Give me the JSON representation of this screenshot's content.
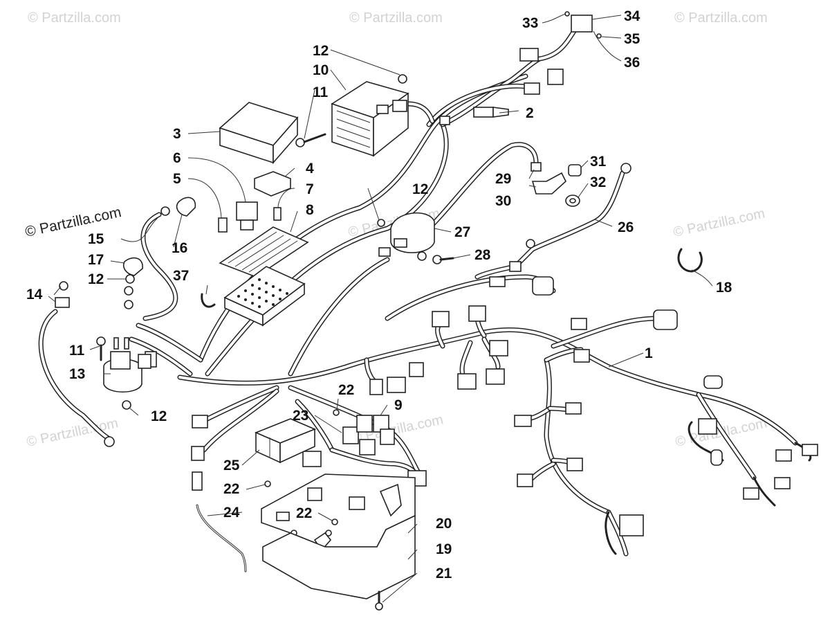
{
  "watermarks": [
    "© Partzilla.com",
    "© Partzilla.com",
    "© Partzilla.com",
    "© Partzilla.com",
    "© Partzilla.com",
    "© Partzilla.com",
    "© Partzilla.com",
    "© Partzilla.com",
    "© Partzilla.com"
  ],
  "callouts": [
    {
      "id": "c1",
      "label": "1"
    },
    {
      "id": "c2",
      "label": "2"
    },
    {
      "id": "c3",
      "label": "3"
    },
    {
      "id": "c4",
      "label": "4"
    },
    {
      "id": "c5",
      "label": "5"
    },
    {
      "id": "c6",
      "label": "6"
    },
    {
      "id": "c7",
      "label": "7"
    },
    {
      "id": "c8",
      "label": "8"
    },
    {
      "id": "c9",
      "label": "9"
    },
    {
      "id": "c10",
      "label": "10"
    },
    {
      "id": "c11a",
      "label": "11"
    },
    {
      "id": "c11b",
      "label": "11"
    },
    {
      "id": "c12a",
      "label": "12"
    },
    {
      "id": "c12b",
      "label": "12"
    },
    {
      "id": "c12c",
      "label": "12"
    },
    {
      "id": "c12d",
      "label": "12"
    },
    {
      "id": "c13",
      "label": "13"
    },
    {
      "id": "c14",
      "label": "14"
    },
    {
      "id": "c15",
      "label": "15"
    },
    {
      "id": "c16",
      "label": "16"
    },
    {
      "id": "c17",
      "label": "17"
    },
    {
      "id": "c18",
      "label": "18"
    },
    {
      "id": "c19",
      "label": "19"
    },
    {
      "id": "c20",
      "label": "20"
    },
    {
      "id": "c21",
      "label": "21"
    },
    {
      "id": "c22a",
      "label": "22"
    },
    {
      "id": "c22b",
      "label": "22"
    },
    {
      "id": "c22c",
      "label": "22"
    },
    {
      "id": "c23",
      "label": "23"
    },
    {
      "id": "c24",
      "label": "24"
    },
    {
      "id": "c25",
      "label": "25"
    },
    {
      "id": "c26",
      "label": "26"
    },
    {
      "id": "c27",
      "label": "27"
    },
    {
      "id": "c28",
      "label": "28"
    },
    {
      "id": "c29",
      "label": "29"
    },
    {
      "id": "c30",
      "label": "30"
    },
    {
      "id": "c31",
      "label": "31"
    },
    {
      "id": "c32",
      "label": "32"
    },
    {
      "id": "c33",
      "label": "33"
    },
    {
      "id": "c34",
      "label": "34"
    },
    {
      "id": "c35",
      "label": "35"
    },
    {
      "id": "c36",
      "label": "36"
    },
    {
      "id": "c37",
      "label": "37"
    }
  ]
}
